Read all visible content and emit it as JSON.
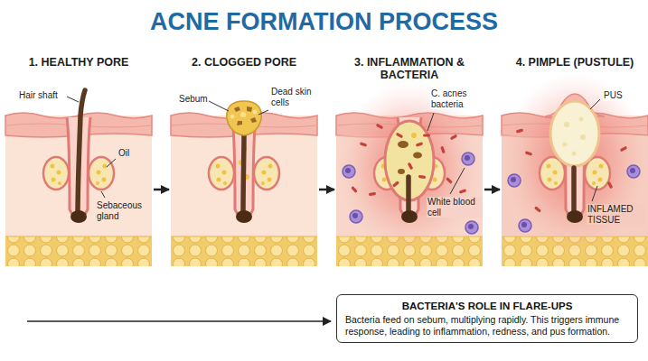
{
  "diagram": {
    "title": "ACNE FORMATION PROCESS",
    "nodes": [
      {
        "text": [
          "1. HEALTHY PORE"
        ]
      },
      {
        "text": [
          "2. CLOGGED PORE"
        ]
      },
      {
        "text": [
          "3. INFLAMMATION & BACTERIA"
        ]
      },
      {
        "text": [
          "4. PIMPLE (PUSTULE)"
        ]
      },
      {
        "text": [
          "BACTERIA'S ROLE IN FLARE-UPS",
          "Bacteria feed on sebum, multiplying rapidly. This triggers immune response, leading to inflammation, redness, and pus formation."
        ]
      }
    ],
    "edges": [
      {
        "from": 0,
        "to": 1,
        "arrow": "to"
      },
      {
        "from": 1,
        "to": 2,
        "arrow": "to"
      },
      {
        "from": 2,
        "to": 3,
        "arrow": "to"
      }
    ],
    "labels": [
      "Hair shaft",
      "Oil",
      "Sebaceous gland",
      "Sebum",
      "Dead skin cells",
      "C. acnes bacteria",
      "White blood cell",
      "PUS",
      "INFLAMED TISSUE"
    ]
  }
}
